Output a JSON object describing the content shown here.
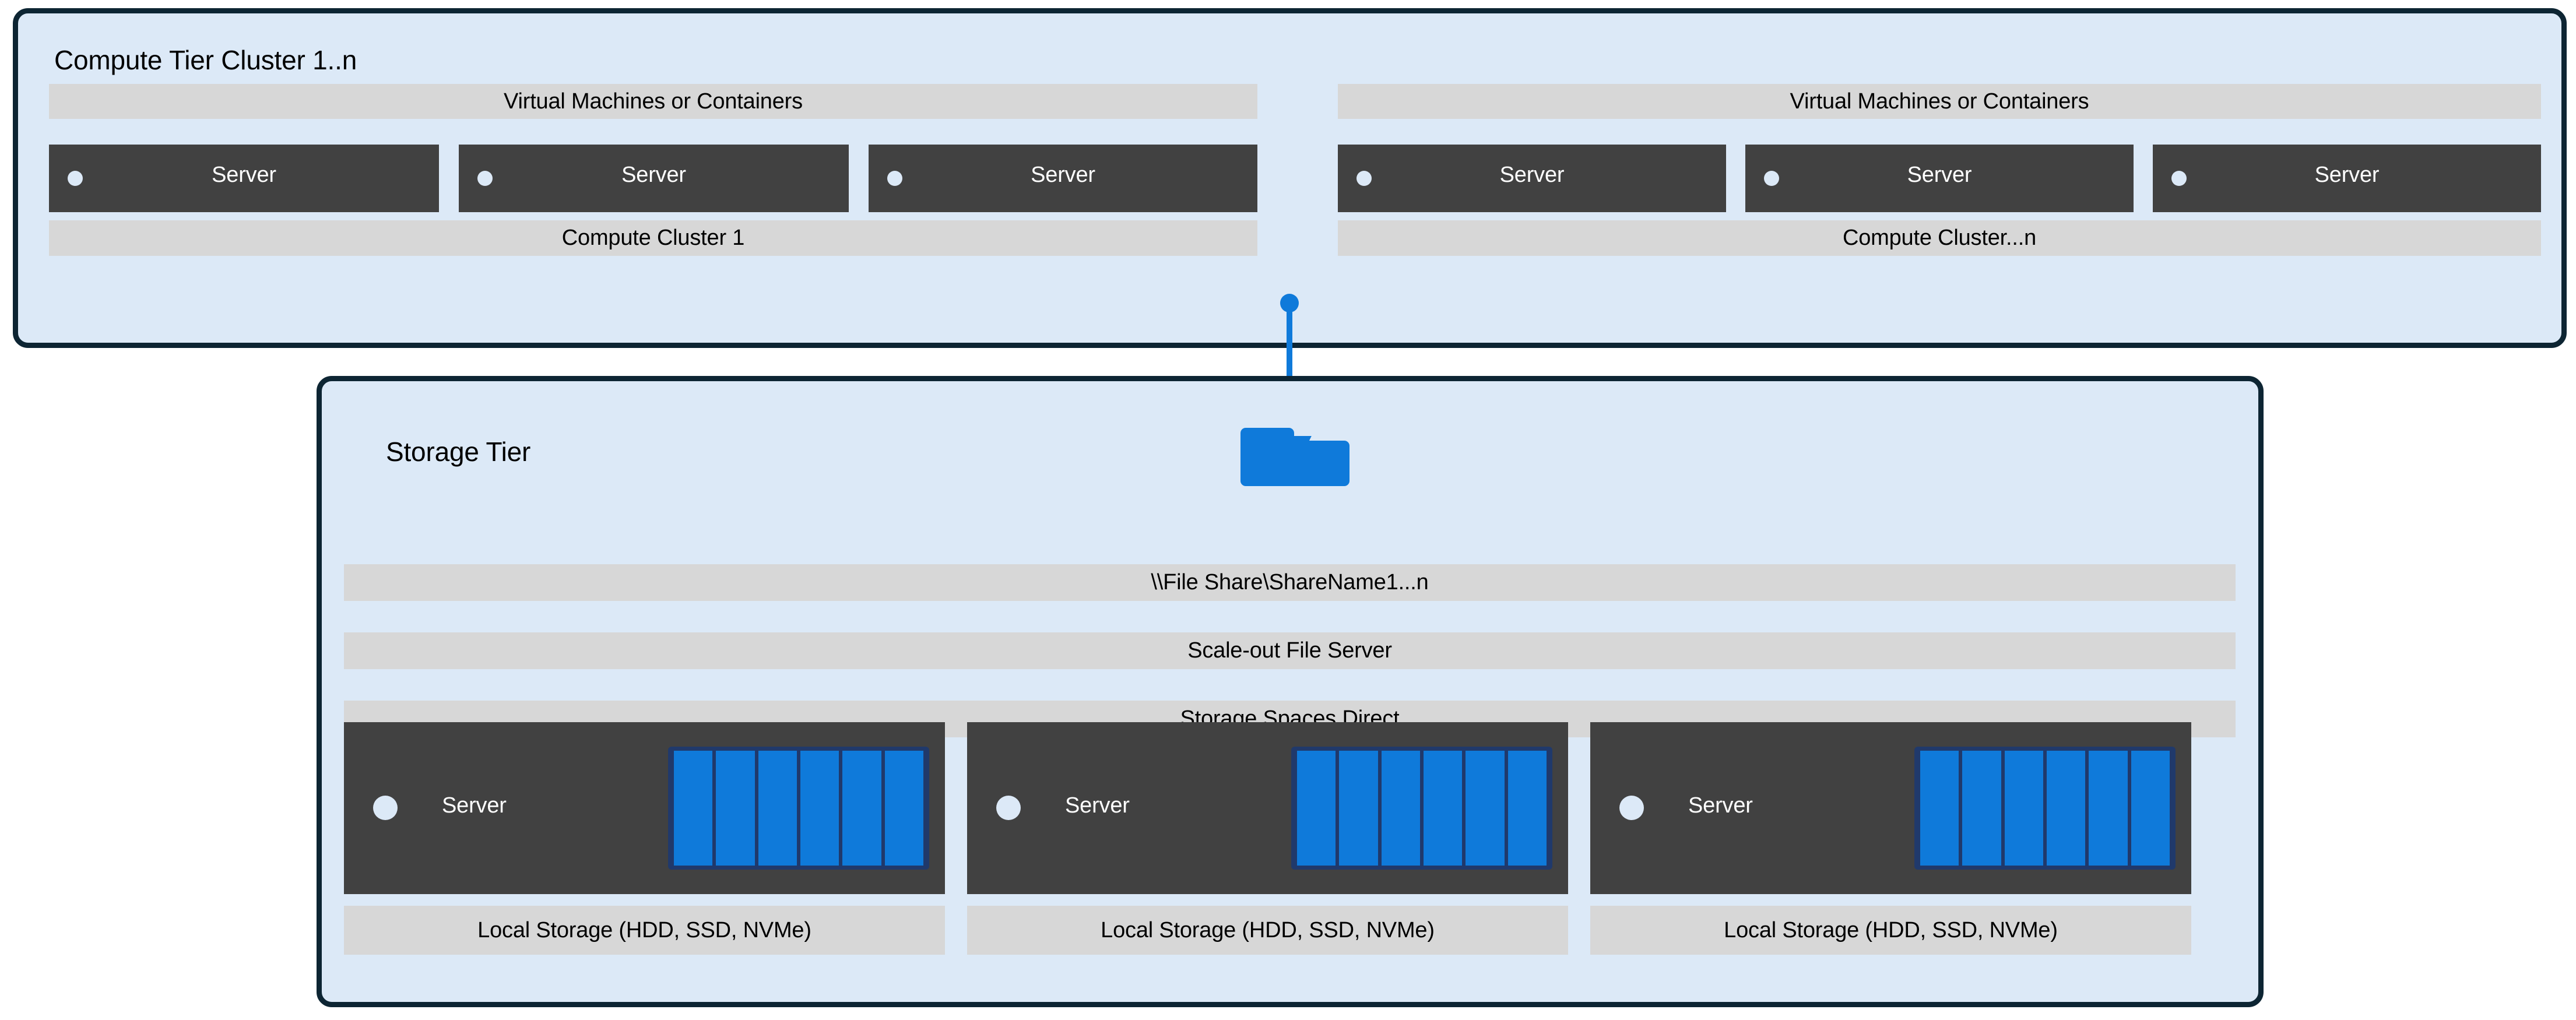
{
  "diagram": {
    "title": "Compute Tier Cluster 1..n and Storage Tier architecture",
    "colors": {
      "tier_fill": "#dce9f7",
      "tier_border": "#0d2533",
      "bar_fill": "#d7d7d7",
      "server_fill": "#414141",
      "accent_blue": "#0f7ada",
      "disk_frame": "#20396b",
      "page_background": "#ffffff"
    }
  },
  "compute_tier": {
    "title": "Compute Tier Cluster 1..n",
    "clusters": [
      {
        "header_label": "Virtual Machines or Containers",
        "footer_label": "Compute Cluster 1",
        "servers": [
          {
            "label": "Server",
            "led_icon": "status-led-icon"
          },
          {
            "label": "Server",
            "led_icon": "status-led-icon"
          },
          {
            "label": "Server",
            "led_icon": "status-led-icon"
          }
        ]
      },
      {
        "header_label": "Virtual Machines or Containers",
        "footer_label": "Compute Cluster...n",
        "servers": [
          {
            "label": "Server",
            "led_icon": "status-led-icon"
          },
          {
            "label": "Server",
            "led_icon": "status-led-icon"
          },
          {
            "label": "Server",
            "led_icon": "status-led-icon"
          }
        ]
      }
    ]
  },
  "connector": {
    "icon": "connector-line-icon",
    "endpoint_top_icon": "connector-dot-icon",
    "endpoint_bottom_icon": "connector-dot-icon",
    "target_icon": "folder-icon"
  },
  "storage_tier": {
    "title": "Storage Tier",
    "folder_icon": "folder-icon",
    "stack_bars": [
      {
        "label": "\\\\File Share\\ShareName1...n"
      },
      {
        "label": "Scale-out File Server"
      },
      {
        "label": "Storage Spaces Direct"
      }
    ],
    "nodes": [
      {
        "server_label": "Server",
        "led_icon": "status-led-icon",
        "disk_count": 6,
        "footer_label": "Local Storage (HDD, SSD, NVMe)"
      },
      {
        "server_label": "Server",
        "led_icon": "status-led-icon",
        "disk_count": 6,
        "footer_label": "Local Storage (HDD, SSD, NVMe)"
      },
      {
        "server_label": "Server",
        "led_icon": "status-led-icon",
        "disk_count": 6,
        "footer_label": "Local Storage (HDD, SSD, NVMe)"
      }
    ]
  }
}
